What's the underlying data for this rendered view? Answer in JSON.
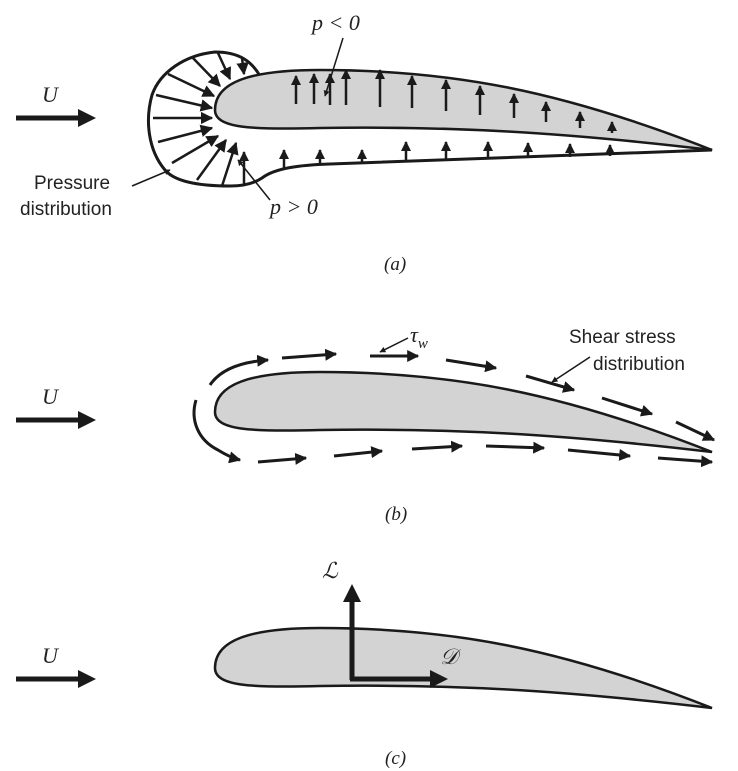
{
  "colors": {
    "airfoil_fill": "#d3d3d3",
    "ink": "#1a1a1a"
  },
  "panel_a": {
    "freestream": "U",
    "p_negative": "p < 0",
    "p_positive": "p > 0",
    "pressure_label_line1": "Pressure",
    "pressure_label_line2": "distribution",
    "caption": "(a)"
  },
  "panel_b": {
    "freestream": "U",
    "tau_symbol": "τ",
    "tau_subscript": "w",
    "shear_label_line1": "Shear stress",
    "shear_label_line2": "distribution",
    "caption": "(b)"
  },
  "panel_c": {
    "freestream": "U",
    "lift_symbol": "ℒ",
    "drag_symbol": "𝒟",
    "caption": "(c)"
  }
}
